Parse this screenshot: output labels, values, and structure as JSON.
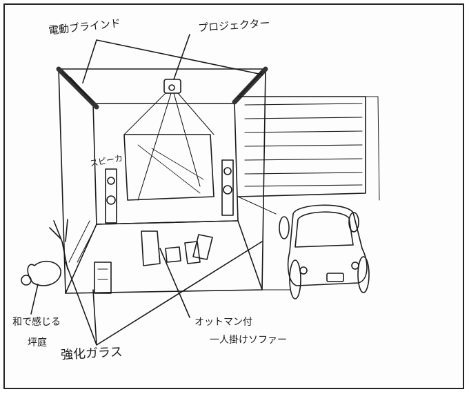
{
  "labels": {
    "electric_blinds": "電動ブラインド",
    "projector": "プロジェクター",
    "speaker": "スピーカ",
    "reinforced_glass": "強化ガラス",
    "sofa_line1": "オットマン付",
    "sofa_line2": "一人掛けソファー",
    "garden_line1": "和で感じる",
    "garden_line2": "坪庭"
  },
  "colors": {
    "ink": "#1a1a1a",
    "paper": "#fdfdfd"
  }
}
